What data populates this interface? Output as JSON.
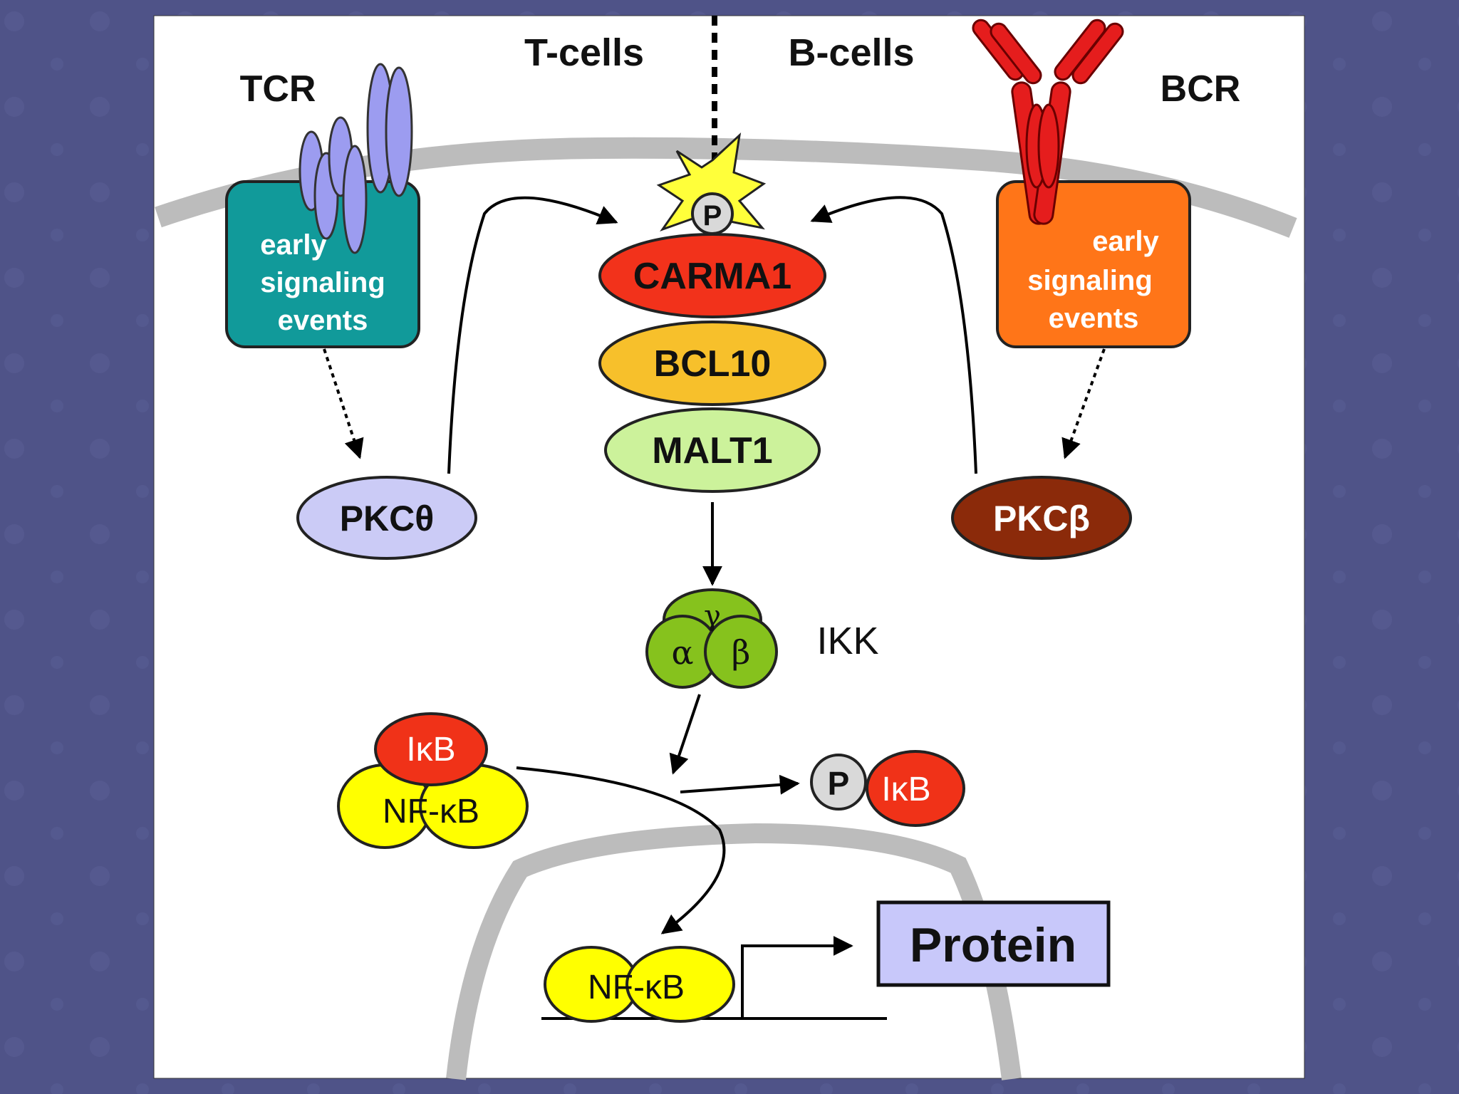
{
  "labels": {
    "tcr": "TCR",
    "bcr": "BCR",
    "t_cells": "T-cells",
    "b_cells": "B-cells",
    "early_left": [
      "early",
      "signaling",
      "events"
    ],
    "early_right": [
      "early",
      "signaling",
      "events"
    ],
    "phospho": "P",
    "carma1": "CARMA1",
    "bcl10": "BCL10",
    "malt1": "MALT1",
    "pkc_theta": "PKCθ",
    "pkc_beta": "PKCβ",
    "ikk": "IKK",
    "ikk_gamma": "γ",
    "ikk_alpha": "α",
    "ikk_beta": "β",
    "ikb": "IκB",
    "nfkb": "NF-κB",
    "p_ikb_p": "P",
    "p_ikb": "IκB",
    "nfkb_nucleus": "NF-κB",
    "protein": "Protein"
  },
  "colors": {
    "slide_bg": "#4f5388",
    "panel": "#ffffff",
    "membrane": "#bcbcbc",
    "tcr": "#9c9cf0",
    "early_left": "#119a9a",
    "early_right": "#ff7518",
    "bcr": "#e51d1d",
    "carma1": "#f2321b",
    "bcl10": "#f7c02b",
    "malt1": "#ccf29b",
    "pkc_theta": "#cbcbf6",
    "pkc_beta": "#8b2a0a",
    "ikk": "#86c21d",
    "ikb": "#f03218",
    "nfkb": "#ffff00",
    "p_circle": "#d9d9d9",
    "protein_box": "#c8c8fa"
  }
}
